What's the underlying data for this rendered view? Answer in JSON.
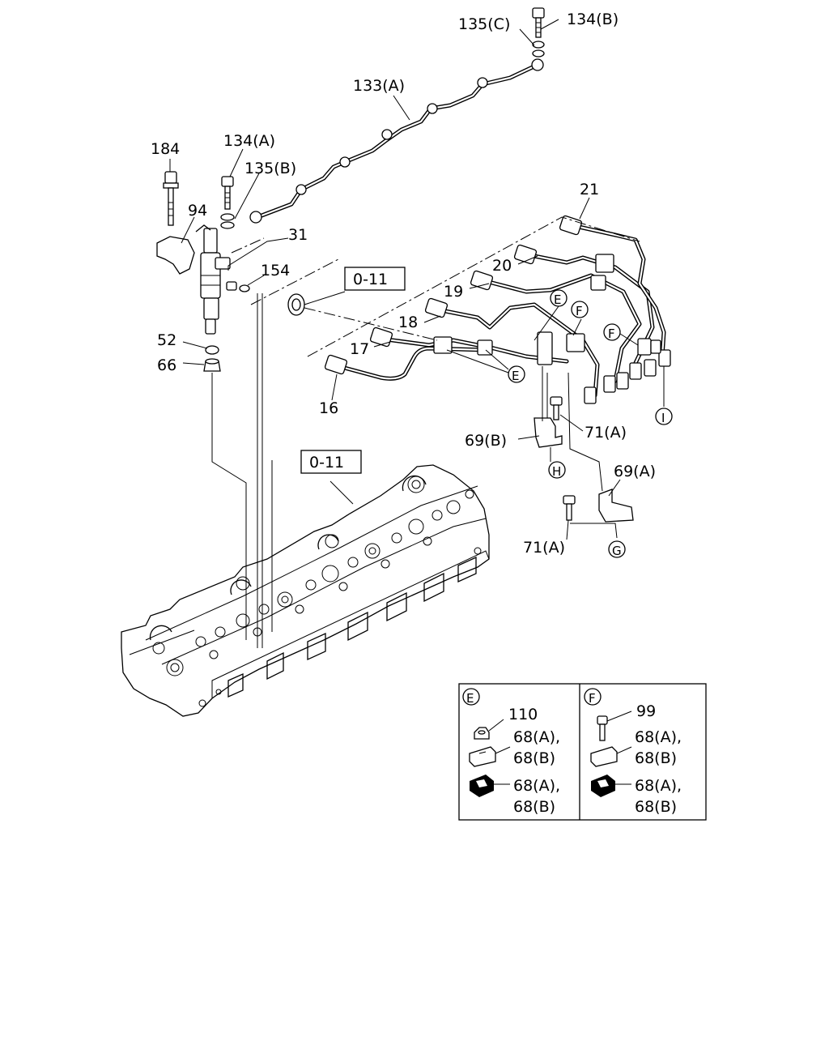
{
  "diagram": {
    "callouts": {
      "c134b": "134(B)",
      "c135c": "135(C)",
      "c133a": "133(A)",
      "c134a": "134(A)",
      "c135b": "135(B)",
      "c184": "184",
      "c94": "94",
      "c31": "31",
      "c154": "154",
      "c52": "52",
      "c66": "66",
      "c21": "21",
      "c20": "20",
      "c19": "19",
      "c18": "18",
      "c17": "17",
      "c16": "16",
      "c69b": "69(B)",
      "c71a_top": "71(A)",
      "c69a": "69(A)",
      "c71a_bottom": "71(A)"
    },
    "ref_boxes": {
      "top": "0-11",
      "bottom": "0-11"
    },
    "circle_markers": {
      "e_top": "E",
      "e_mid": "E",
      "f_top": "F",
      "f_side": "F",
      "i": "I",
      "h": "H",
      "g": "G"
    },
    "detail_box": {
      "e_panel": {
        "marker": "E",
        "nut": "110",
        "clip_upper_line1": "68(A),",
        "clip_upper_line2": "68(B)",
        "clip_lower_line1": "68(A),",
        "clip_lower_line2": "68(B)"
      },
      "f_panel": {
        "marker": "F",
        "bolt": "99",
        "clip_upper_line1": "68(A),",
        "clip_upper_line2": "68(B)",
        "clip_lower_line1": "68(A),",
        "clip_lower_line2": "68(B)"
      }
    }
  }
}
